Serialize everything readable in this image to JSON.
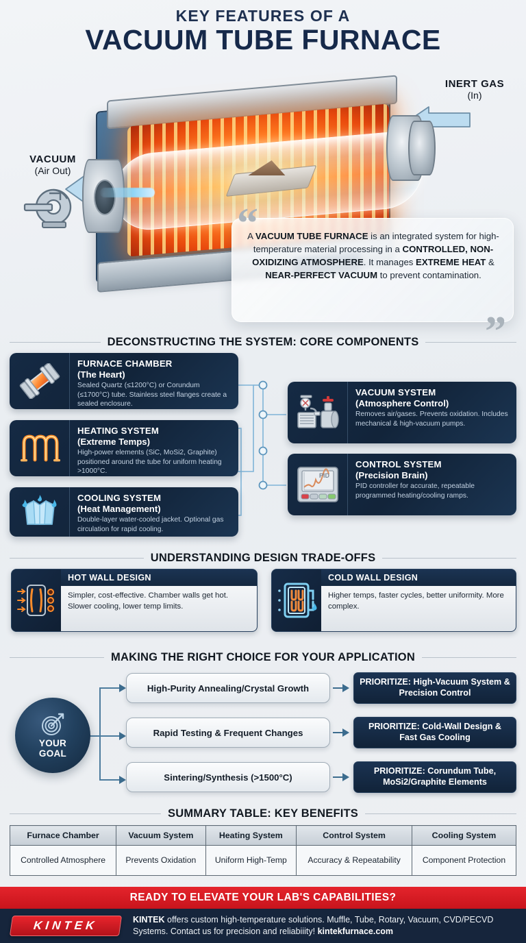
{
  "header": {
    "line1": "KEY FEATURES OF A",
    "line2": "VACUUM TUBE FURNACE"
  },
  "hero": {
    "vacuum_label": "VACUUM",
    "vacuum_sub": "(Air Out)",
    "gas_label": "INERT GAS",
    "gas_sub": "(In)",
    "pump_icon": "vacuum-pump-icon",
    "arrow_icon": "arrow-left-icon"
  },
  "quote": {
    "open_mark": "“",
    "close_mark": "”",
    "html": "A <b>VACUUM TUBE FURNACE</b> is an integrated system for high-temperature material processing in a <b>CONTROLLED, NON-OXIDIZING ATMOSPHERE</b>. It manages <b>EXTREME HEAT</b> &amp; <b>NEAR-PERFECT VACUUM</b> to prevent contamination."
  },
  "sections": {
    "components": "DECONSTRUCTING THE SYSTEM: CORE COMPONENTS",
    "tradeoffs": "UNDERSTANDING DESIGN TRADE-OFFS",
    "choice": "MAKING THE RIGHT CHOICE FOR YOUR APPLICATION",
    "summary": "SUMMARY TABLE: KEY BENEFITS"
  },
  "components": {
    "left": [
      {
        "title": "FURNACE CHAMBER",
        "subtitle": "(The Heart)",
        "desc": "Sealed Quartz (≤1200°C) or Corundum (≤1700°C) tube. Stainless steel flanges create a sealed enclosure.",
        "icon": "quartz-tube-icon"
      },
      {
        "title": "HEATING SYSTEM",
        "subtitle": "(Extreme Temps)",
        "desc": "High-power elements (SiC, MoSi2, Graphite) positioned around the tube for uniform heating >1000°C.",
        "icon": "heating-element-icon"
      },
      {
        "title": "COOLING SYSTEM",
        "subtitle": "(Heat Management)",
        "desc": "Double-layer water-cooled jacket. Optional gas circulation for rapid cooling.",
        "icon": "cooling-jacket-icon"
      }
    ],
    "right": [
      {
        "title": "VACUUM SYSTEM",
        "subtitle": "(Atmosphere Control)",
        "desc": "Removes air/gases. Prevents oxidation. Includes mechanical & high-vacuum pumps.",
        "icon": "vacuum-pump-system-icon"
      },
      {
        "title": "CONTROL SYSTEM",
        "subtitle": "(Precision Brain)",
        "desc": "PID controller for accurate, repeatable programmed heating/cooling ramps.",
        "icon": "pid-controller-icon",
        "icon_text": "PID"
      }
    ]
  },
  "tradeoffs": [
    {
      "title": "HOT WALL DESIGN",
      "desc": "Simpler, cost-effective. Chamber walls get hot. Slower cooling, lower temp limits.",
      "icon": "hot-wall-icon"
    },
    {
      "title": "COLD WALL DESIGN",
      "desc": "Higher temps, faster cycles, better uniformity. More complex.",
      "icon": "cold-wall-icon"
    }
  ],
  "decision": {
    "goal_line1": "YOUR",
    "goal_line2": "GOAL",
    "goal_icon": "target-icon",
    "rows": [
      {
        "scenario": "High-Purity Annealing/Crystal Growth",
        "result": "PRIORITIZE: High-Vacuum System & Precision Control"
      },
      {
        "scenario": "Rapid Testing & Frequent Changes",
        "result": "PRIORITIZE: Cold-Wall Design & Fast Gas Cooling"
      },
      {
        "scenario": "Sintering/Synthesis (>1500°C)",
        "result": "PRIORITIZE: Corundum Tube, MoSi2/Graphite Elements"
      }
    ]
  },
  "summary_table": {
    "headers": [
      "Furnace Chamber",
      "Vacuum System",
      "Heating System",
      "Control System",
      "Cooling System"
    ],
    "row": [
      "Controlled Atmosphere",
      "Prevents Oxidation",
      "Uniform High-Temp",
      "Accuracy & Repeatability",
      "Component Protection"
    ]
  },
  "footer": {
    "cta": "READY TO ELEVATE YOUR LAB'S CAPABILITIES?",
    "logo": "KINTEK",
    "text_html": "<b>KINTEK</b> offers custom high-temperature solutions. Muffle, Tube, Rotary, Vacuum, CVD/PECVD Systems. Contact us for precision and reliabiiity! <b>kintekfurnace.com</b>"
  },
  "colors": {
    "brand_red": "#d61f26",
    "dark_navy": "#16253c",
    "card_navy": "#132740",
    "accent_orange": "#ff7a1f",
    "accent_blue": "#8fd4f5"
  }
}
